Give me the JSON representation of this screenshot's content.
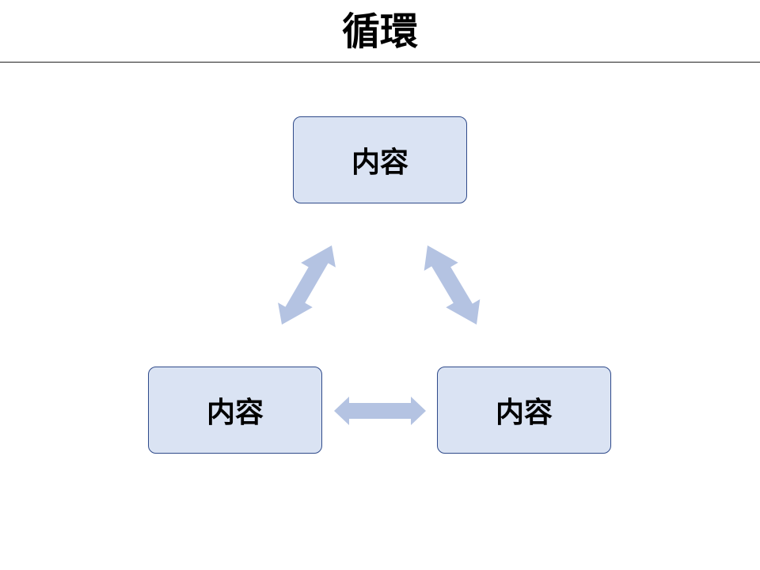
{
  "title": "循環",
  "nodes": [
    {
      "label": "内容"
    },
    {
      "label": "内容"
    },
    {
      "label": "内容"
    }
  ],
  "colors": {
    "node_fill": "#dae3f3",
    "node_border": "#2f4a8a",
    "arrow": "#b4c3e2"
  },
  "connections": [
    {
      "from": 0,
      "to": 1,
      "type": "bidirectional"
    },
    {
      "from": 0,
      "to": 2,
      "type": "bidirectional"
    },
    {
      "from": 1,
      "to": 2,
      "type": "bidirectional"
    }
  ]
}
